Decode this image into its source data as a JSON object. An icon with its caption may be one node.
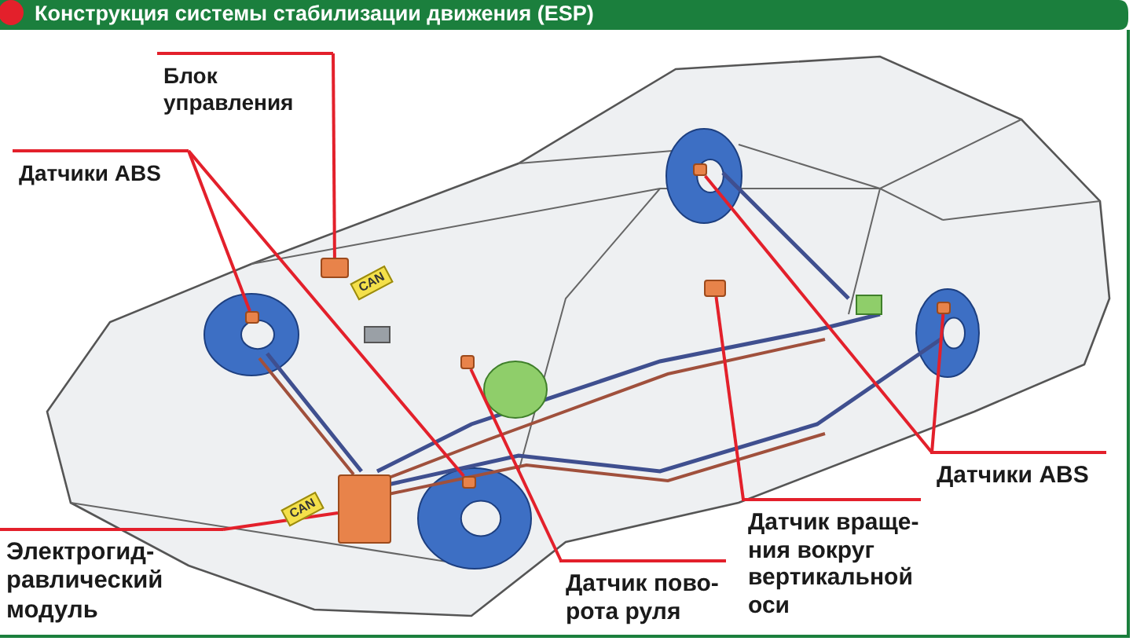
{
  "diagram": {
    "title": "Конструкция системы стабилизации движения (ESP)",
    "nodes": [
      {
        "text": [
          "Блок управления"
        ]
      },
      {
        "text": [],
        "shape": "box"
      },
      {
        "text": [
          "Датчики ABS"
        ]
      },
      {
        "text": [],
        "shape": "box"
      },
      {
        "text": [],
        "shape": "box"
      },
      {
        "text": [
          "Электрогид-равлический модуль"
        ]
      },
      {
        "text": [],
        "shape": "box"
      },
      {
        "text": [
          "Датчик пово-рота руля"
        ]
      },
      {
        "text": [],
        "shape": "box"
      },
      {
        "text": [
          "Датчик враще-ния вокруг вертикальной оси"
        ]
      },
      {
        "text": [],
        "shape": "box"
      },
      {
        "text": [
          "Датчики ABS"
        ]
      },
      {
        "text": [],
        "shape": "box"
      },
      {
        "text": [],
        "shape": "box"
      }
    ],
    "edges": [
      {
        "from": 0,
        "to": 1,
        "arrow": "none"
      },
      {
        "from": 2,
        "to": 3,
        "arrow": "none"
      },
      {
        "from": 2,
        "to": 4,
        "arrow": "none"
      },
      {
        "from": 5,
        "to": 6,
        "arrow": "none"
      },
      {
        "from": 7,
        "to": 8,
        "arrow": "none"
      },
      {
        "from": 9,
        "to": 10,
        "arrow": "none"
      },
      {
        "from": 11,
        "to": 12,
        "arrow": "none"
      },
      {
        "from": 11,
        "to": 13,
        "arrow": "none"
      }
    ],
    "labels": [
      "CAN",
      "CAN"
    ]
  }
}
